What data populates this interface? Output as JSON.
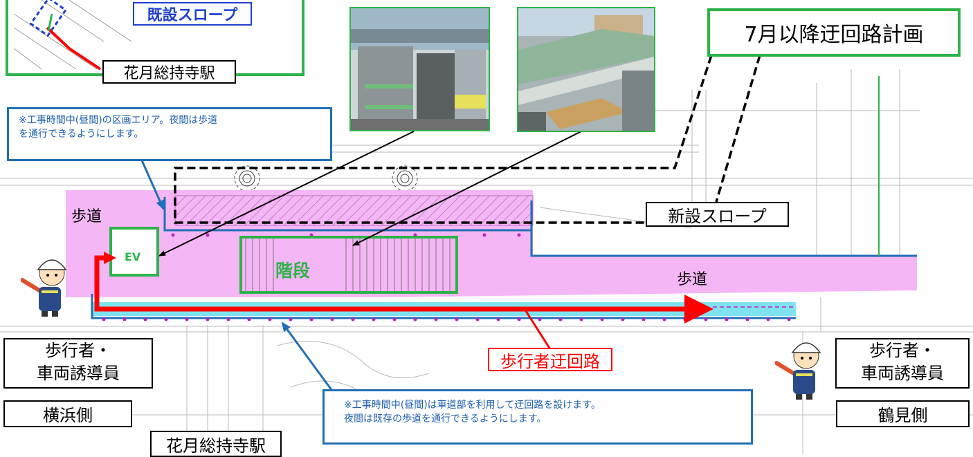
{
  "labels": {
    "existing_slope": "既設スロープ",
    "station_top": "花月総持寺駅",
    "detour_plan": "7月以降迂回路計画",
    "new_slope": "新設スロープ",
    "sidewalk_left": "歩道",
    "sidewalk_right": "歩道",
    "ev": "EV",
    "stairs": "階段",
    "pedestrian_detour": "歩行者迂回路",
    "guide_left_line1": "歩行者・",
    "guide_left_line2": "車両誘導員",
    "guide_right_line1": "歩行者・",
    "guide_right_line2": "車両誘導員",
    "yokohama_side": "横浜側",
    "tsurumi_side": "鶴見側",
    "station_bottom": "花月総持寺駅"
  },
  "notes": {
    "top_line1": "※工事時間中(昼間)の区画エリア。夜間は歩道",
    "top_line2": "を通行できるようにします。",
    "bottom_line1": "※工事時間中(昼間)は車道部を利用して迂回路を設けます。",
    "bottom_line2": "夜間は既存の歩道を通行できるようにします。"
  },
  "colors": {
    "sidewalk": "#f5b6f5",
    "detour_lane": "#7fe3ef",
    "detour_arrow": "#ff0000",
    "boundary": "#1f6fb5",
    "green_frame": "#2db34a",
    "callout_text": "#1f5fae"
  }
}
